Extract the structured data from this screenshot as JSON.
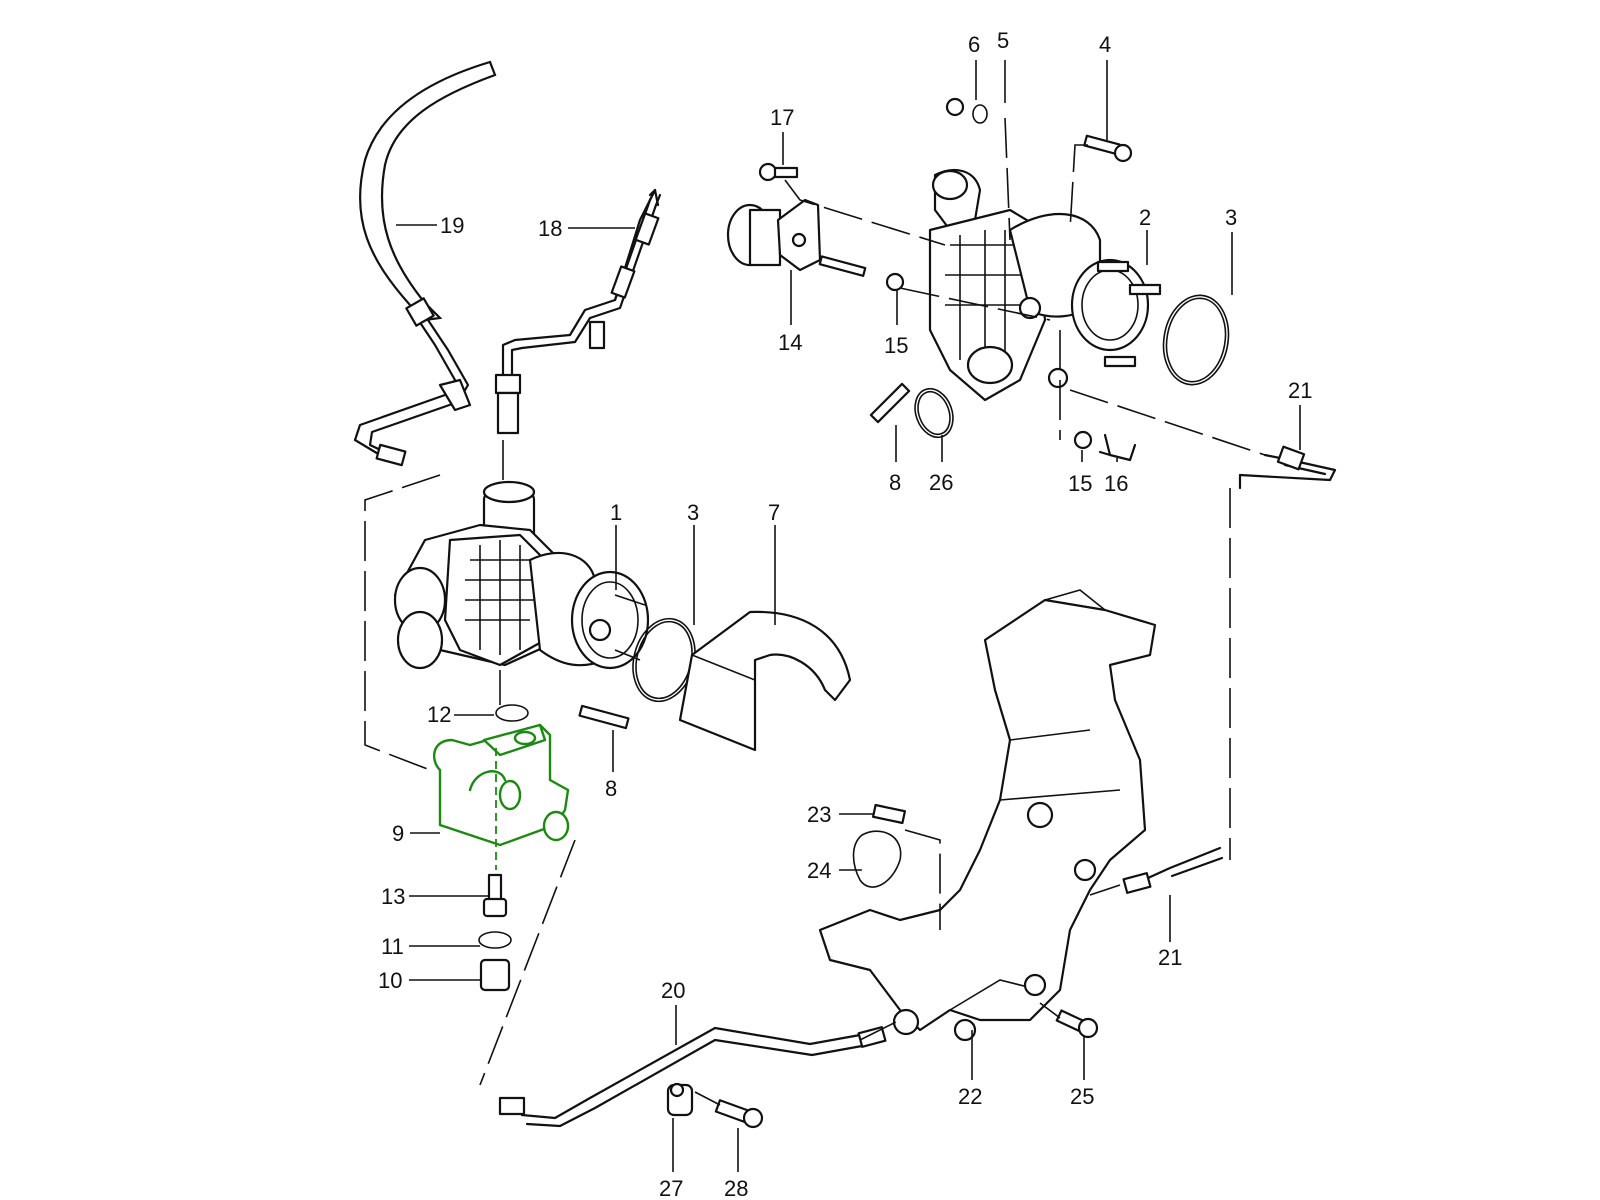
{
  "diagram": {
    "title": "",
    "highlight_color": "#1a8a10",
    "highlighted_part": "9",
    "callouts": [
      {
        "id": "c1",
        "label": "1"
      },
      {
        "id": "c2",
        "label": "2"
      },
      {
        "id": "c3a",
        "label": "3"
      },
      {
        "id": "c3b",
        "label": "3"
      },
      {
        "id": "c4",
        "label": "4"
      },
      {
        "id": "c5",
        "label": "5"
      },
      {
        "id": "c6",
        "label": "6"
      },
      {
        "id": "c7",
        "label": "7"
      },
      {
        "id": "c8a",
        "label": "8"
      },
      {
        "id": "c8b",
        "label": "8"
      },
      {
        "id": "c9",
        "label": "9"
      },
      {
        "id": "c10",
        "label": "10"
      },
      {
        "id": "c11",
        "label": "11"
      },
      {
        "id": "c12",
        "label": "12"
      },
      {
        "id": "c13",
        "label": "13"
      },
      {
        "id": "c14",
        "label": "14"
      },
      {
        "id": "c15a",
        "label": "15"
      },
      {
        "id": "c15b",
        "label": "15"
      },
      {
        "id": "c16",
        "label": "16"
      },
      {
        "id": "c17",
        "label": "17"
      },
      {
        "id": "c18",
        "label": "18"
      },
      {
        "id": "c19",
        "label": "19"
      },
      {
        "id": "c20",
        "label": "20"
      },
      {
        "id": "c21a",
        "label": "21"
      },
      {
        "id": "c21b",
        "label": "21"
      },
      {
        "id": "c22",
        "label": "22"
      },
      {
        "id": "c23",
        "label": "23"
      },
      {
        "id": "c24",
        "label": "24"
      },
      {
        "id": "c25",
        "label": "25"
      },
      {
        "id": "c26",
        "label": "26"
      },
      {
        "id": "c27",
        "label": "27"
      },
      {
        "id": "c28",
        "label": "28"
      }
    ]
  }
}
